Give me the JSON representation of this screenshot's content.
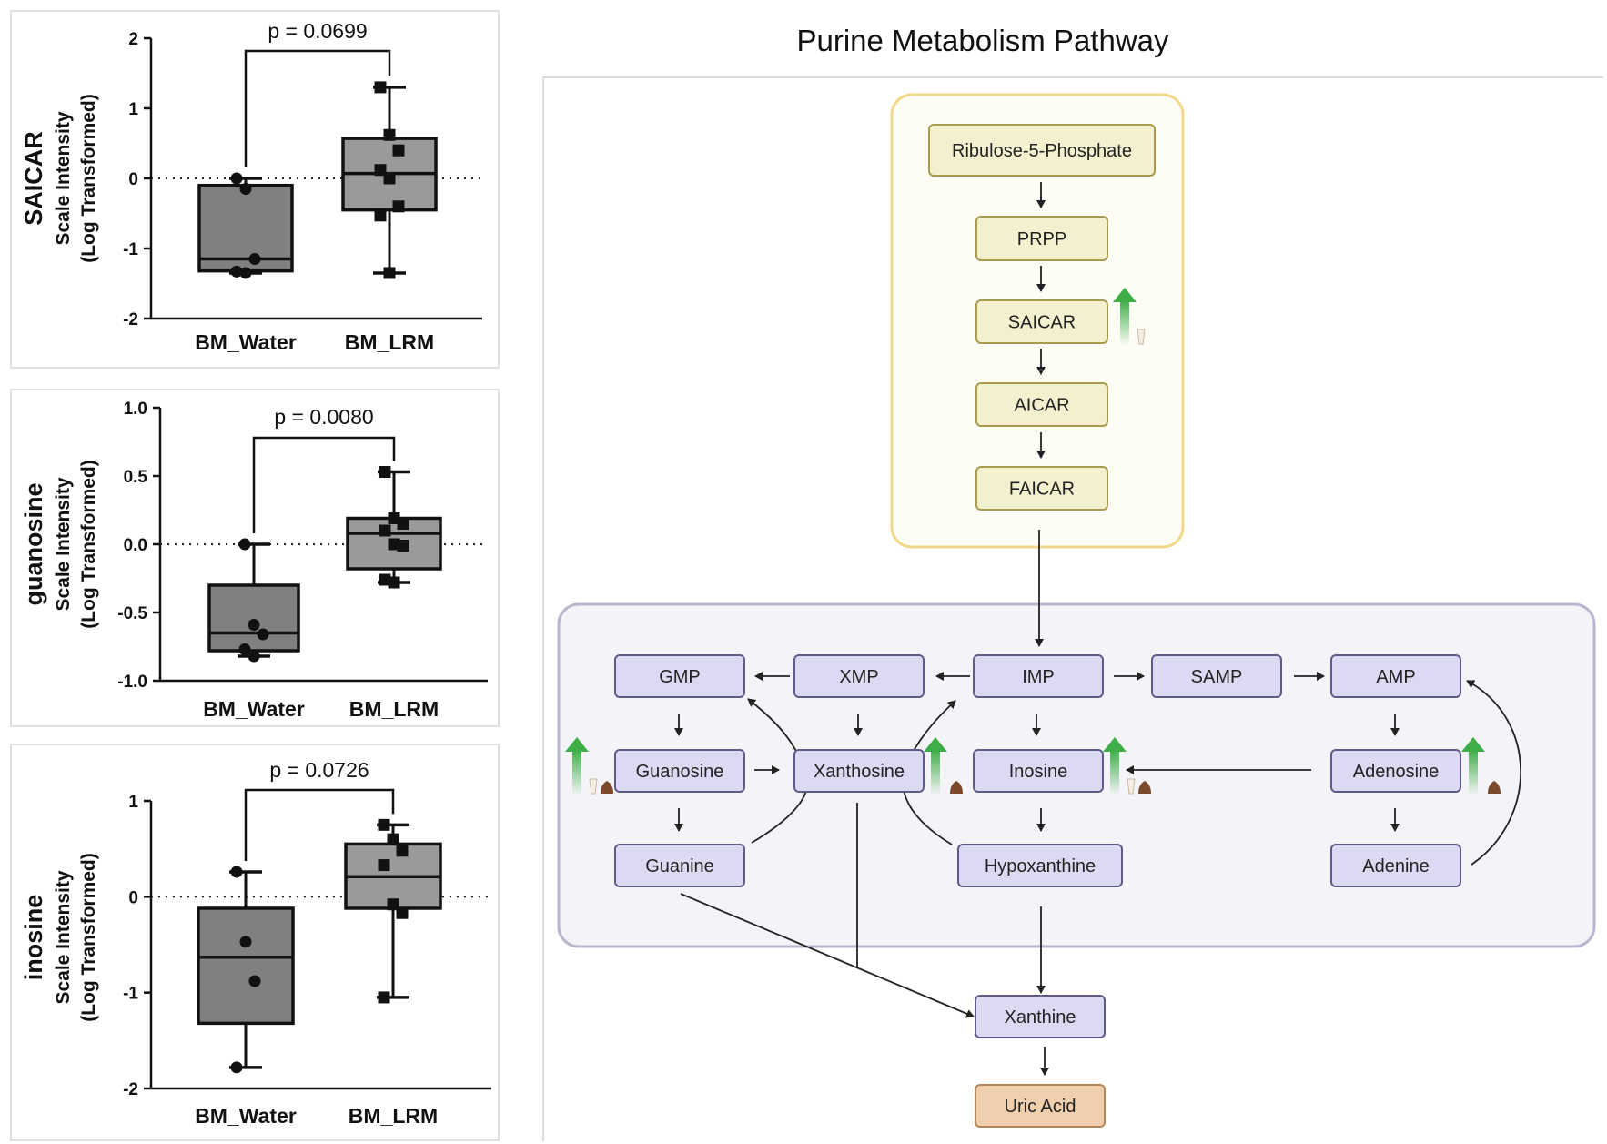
{
  "colors": {
    "box_fill": "#8a8a8a",
    "yellow_node": "#f3f0cf",
    "yellow_border": "#a99a4e",
    "purple_node": "#dcdaf3",
    "purple_border": "#5e5a8a",
    "uric_node": "#f0cfae",
    "uric_border": "#b3865a",
    "up_arrow": "#3fae49",
    "panel_yellow_border": "#f2d98a",
    "panel_purple_border": "#b8b6cc"
  },
  "charts": [
    {
      "metabolite": "SAICAR",
      "ylabel_line1": "Scale Intensity",
      "ylabel_line2": "(Log Transformed)",
      "pvalue": "p = 0.0699",
      "ticks": [
        "2",
        "1",
        "0",
        "-1",
        "-2"
      ]
    },
    {
      "metabolite": "guanosine",
      "ylabel_line1": "Scale Intensity",
      "ylabel_line2": "(Log Transformed)",
      "pvalue": "p = 0.0080",
      "ticks": [
        "1.0",
        "0.5",
        "0.0",
        "-0.5",
        "-1.0"
      ]
    },
    {
      "metabolite": "inosine",
      "ylabel_line1": "Scale Intensity",
      "ylabel_line2": "(Log Transformed)",
      "pvalue": "p = 0.0726",
      "ticks": [
        "1",
        "0",
        "-1",
        "-2"
      ]
    }
  ],
  "chart_data": [
    {
      "type": "box",
      "title": "SAICAR",
      "ylabel": "Scale Intensity (Log Transformed)",
      "ylim": [
        -2,
        2
      ],
      "categories": [
        "BM_Water",
        "BM_LRM"
      ],
      "boxes": [
        {
          "category": "BM_Water",
          "min": -1.35,
          "q1": -1.32,
          "median": -1.15,
          "q3": -0.1,
          "max": 0.0,
          "points": [
            0.0,
            -0.15,
            -1.15,
            -1.33,
            -1.35
          ]
        },
        {
          "category": "BM_LRM",
          "min": -1.35,
          "q1": -0.45,
          "median": 0.07,
          "q3": 0.57,
          "max": 1.3,
          "points": [
            1.3,
            0.62,
            0.4,
            0.12,
            0.0,
            -0.4,
            -0.53,
            -1.35
          ]
        }
      ],
      "pvalue": "p = 0.0699"
    },
    {
      "type": "box",
      "title": "guanosine",
      "ylabel": "Scale Intensity (Log Transformed)",
      "ylim": [
        -1.0,
        1.0
      ],
      "categories": [
        "BM_Water",
        "BM_LRM"
      ],
      "boxes": [
        {
          "category": "BM_Water",
          "min": -0.82,
          "q1": -0.78,
          "median": -0.65,
          "q3": -0.3,
          "max": 0.0,
          "points": [
            0.0,
            -0.59,
            -0.66,
            -0.77,
            -0.82
          ]
        },
        {
          "category": "BM_LRM",
          "min": -0.28,
          "q1": -0.18,
          "median": 0.08,
          "q3": 0.19,
          "max": 0.53,
          "points": [
            0.53,
            0.19,
            0.15,
            0.1,
            0.0,
            -0.01,
            -0.26,
            -0.28
          ]
        }
      ],
      "pvalue": "p = 0.0080"
    },
    {
      "type": "box",
      "title": "inosine",
      "ylabel": "Scale Intensity (Log Transformed)",
      "ylim": [
        -2,
        1
      ],
      "categories": [
        "BM_Water",
        "BM_LRM"
      ],
      "boxes": [
        {
          "category": "BM_Water",
          "min": -1.78,
          "q1": -1.32,
          "median": -0.63,
          "q3": -0.12,
          "max": 0.26,
          "points": [
            0.26,
            -0.47,
            -0.88,
            -1.78
          ]
        },
        {
          "category": "BM_LRM",
          "min": -1.05,
          "q1": -0.12,
          "median": 0.21,
          "q3": 0.55,
          "max": 0.75,
          "points": [
            0.75,
            0.6,
            0.48,
            0.33,
            -0.08,
            -0.17,
            -1.05
          ]
        }
      ],
      "pvalue": "p = 0.0726"
    }
  ],
  "pathway": {
    "title": "Purine Metabolism Pathway",
    "nodes": {
      "ribulose": "Ribulose-5-Phosphate",
      "prpp": "PRPP",
      "saicar": "SAICAR",
      "aicar": "AICAR",
      "faicar": "FAICAR",
      "gmp": "GMP",
      "xmp": "XMP",
      "imp": "IMP",
      "samp": "SAMP",
      "amp": "AMP",
      "guanosine": "Guanosine",
      "xanthosine": "Xanthosine",
      "inosine": "Inosine",
      "adenosine": "Adenosine",
      "guanine": "Guanine",
      "hypoxanthine": "Hypoxanthine",
      "adenine": "Adenine",
      "xanthine": "Xanthine",
      "uric_acid": "Uric Acid"
    },
    "increased_markers": [
      "saicar",
      "guanosine",
      "xanthosine",
      "inosine",
      "adenosine"
    ]
  }
}
